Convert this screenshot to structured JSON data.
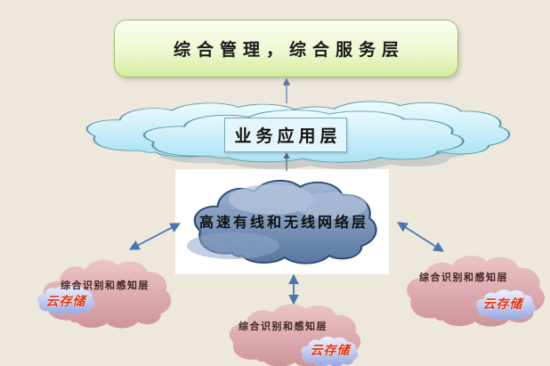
{
  "diagram": {
    "background": "#EDE8DB",
    "management_layer": {
      "label": "综合管理，综合服务层"
    },
    "application_layer": {
      "label": "业务应用层"
    },
    "network_layer": {
      "label": "高速有线和无线网络层"
    },
    "perception_layers": [
      {
        "position": "left",
        "label": "综合识别和感知层",
        "badge": "云存储"
      },
      {
        "position": "middle",
        "label": "综合识别和感知层",
        "badge": "云存储"
      },
      {
        "position": "right",
        "label": "综合识别和感知层",
        "badge": "云存储"
      }
    ],
    "colors": {
      "background": "#EDE8DB",
      "management_fill_top": "#FBFDF0",
      "management_fill_bottom": "#D3EC9E",
      "management_border": "#9FBE69",
      "application_cloud_fill_top": "#EDFBFE",
      "application_cloud_fill_bottom": "#A9E2F3",
      "application_cloud_border": "#5D99AB",
      "application_labelbox_fill": "#E4F6FB",
      "network_panel_fill": "#FFFFFF",
      "network_cloud_fill_top": "#A3B8D6",
      "network_cloud_fill_bottom": "#59779F",
      "network_cloud_border": "#2B4A75",
      "perception_cloud_fill_top": "#ECC5C7",
      "perception_cloud_fill_bottom": "#CF949A",
      "badge_cloud_fill_top": "#F0F3FC",
      "badge_cloud_fill_bottom": "#96A7E3",
      "arrow_color": "#4877B0",
      "badge_text_color": "#E2330F"
    }
  }
}
